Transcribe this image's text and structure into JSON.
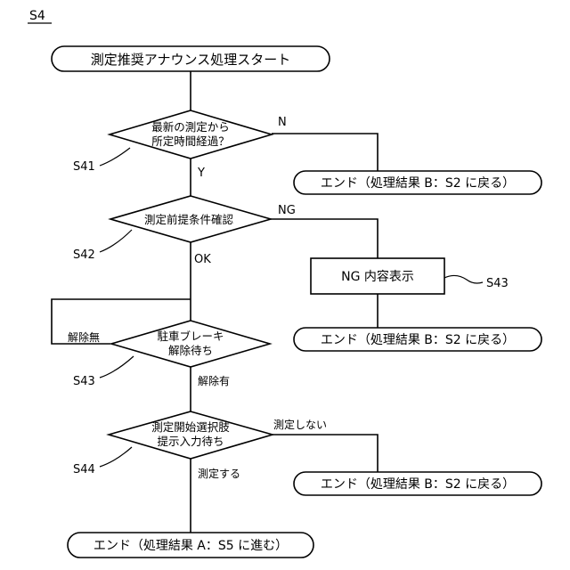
{
  "figure": {
    "id_label": "S4"
  },
  "nodes": {
    "start": "測定推奨アナウンス処理スタート",
    "d1_line1": "最新の測定から",
    "d1_line2": "所定時間経過？",
    "end1": "エンド（処理結果 B：S2 に戻る）",
    "d2": "測定前提条件確認",
    "ng_box": "NG 内容表示",
    "end2": "エンド（処理結果 B：S2 に戻る）",
    "d3_line1": "駐車ブレーキ",
    "d3_line2": "解除待ち",
    "d4_line1": "測定開始選択肢",
    "d4_line2": "提示入力待ち",
    "end3": "エンド（処理結果 B：S2 に戻る）",
    "end_final": "エンド（処理結果 A：S5 に進む）"
  },
  "edge_labels": {
    "d1_no": "N",
    "d1_yes": "Y",
    "d2_ng": "NG",
    "d2_ok": "OK",
    "d3_no": "解除無",
    "d3_yes": "解除有",
    "d4_no": "測定しない",
    "d4_yes": "測定する"
  },
  "step_labels": {
    "s41": "S41",
    "s42": "S42",
    "s43_box": "S43",
    "s43": "S43",
    "s44": "S44"
  }
}
